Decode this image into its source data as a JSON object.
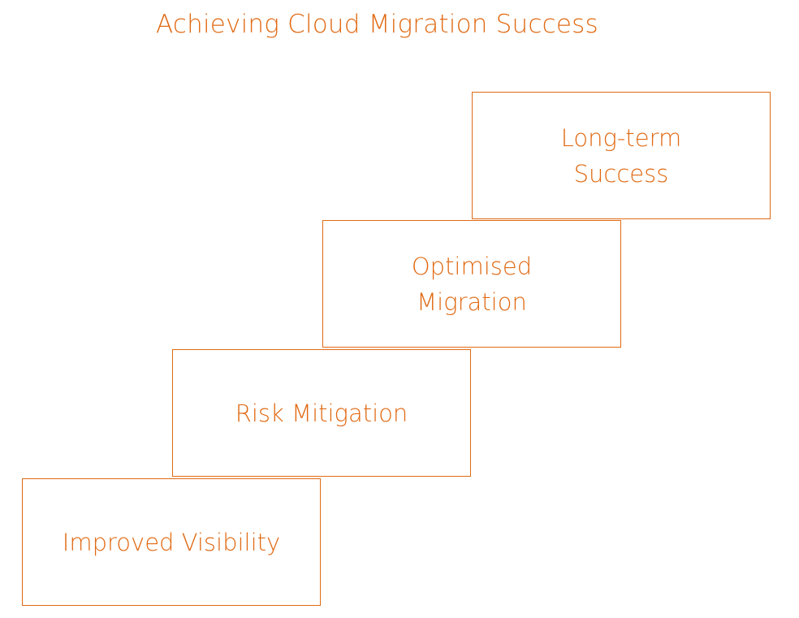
{
  "title": "Achieving Cloud Migration Success",
  "accent_color": "#e06a14",
  "steps": [
    {
      "label": "Improved Visibility"
    },
    {
      "label": "Risk Mitigation"
    },
    {
      "label": "Optimised\nMigration"
    },
    {
      "label": "Long-term\nSuccess"
    }
  ]
}
